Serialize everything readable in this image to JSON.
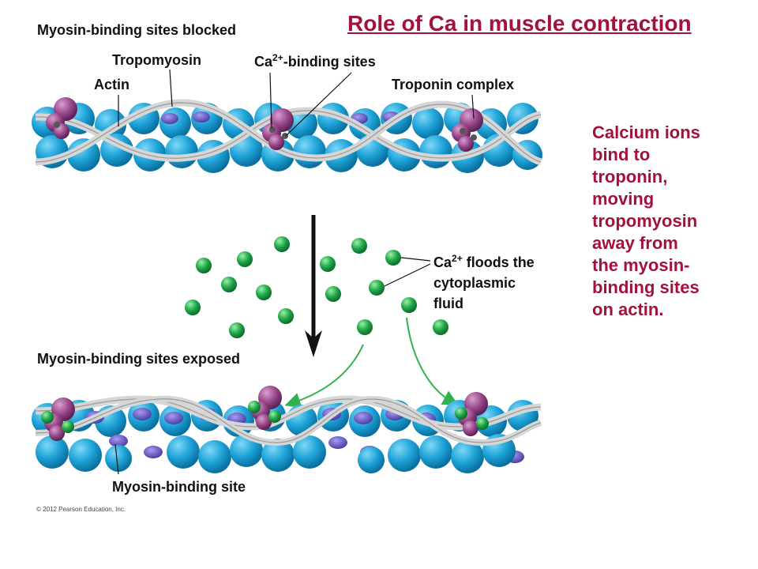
{
  "title": "Role of Ca in muscle contraction",
  "labels": {
    "blocked": "Myosin-binding sites blocked",
    "tropomyosin": "Tropomyosin",
    "ca_binding_prefix": "Ca",
    "ca_binding_sup": "2+",
    "ca_binding_suffix": "-binding sites",
    "actin": "Actin",
    "troponin": "Troponin complex",
    "floods_prefix": "Ca",
    "floods_sup": "2+",
    "floods_line1": " floods the",
    "floods_line2": "cytoplasmic",
    "floods_line3": "fluid",
    "exposed": "Myosin-binding sites exposed",
    "myosin_site": "Myosin-binding site"
  },
  "description_lines": [
    "Calcium ions",
    "bind to",
    "troponin,",
    "moving",
    "tropomyosin",
    "away from",
    "the myosin-",
    "binding sites",
    "on actin."
  ],
  "copyright": "© 2012 Pearson Education, Inc.",
  "colors": {
    "title": "#a3123a",
    "actin": "#1a9fd6",
    "troponin": "#8e3a7e",
    "calcium": "#1f9e45",
    "myosin_site": "#6a5fc4",
    "tropomyosin": "#c8c8c8"
  }
}
